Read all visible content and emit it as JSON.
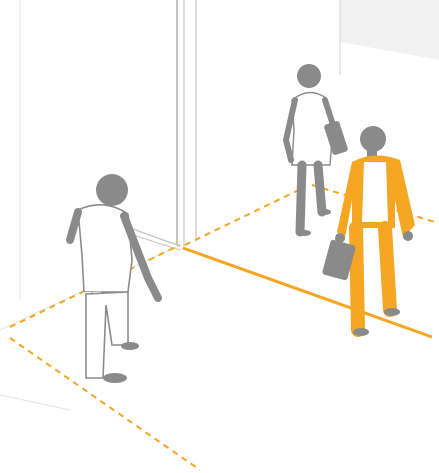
{
  "scene": {
    "colors": {
      "background": "#ffffff",
      "wall_panel": "#f2f2f2",
      "floor_edge": "#d9d9d9",
      "glass_line": "#c8c8c8",
      "person_white": "#ffffff",
      "person_outline": "#8c8c8c",
      "person_gray": "#8a8a8a",
      "highlight": "#f5a623"
    },
    "figures": [
      {
        "id": "person-foreground",
        "style": "white clothing, walking toward glass door"
      },
      {
        "id": "person-background",
        "style": "white clothing, carrying shoulder bag"
      },
      {
        "id": "person-highlighted",
        "style": "orange suit, carrying briefcase"
      }
    ],
    "zones": [
      {
        "id": "zone-front",
        "line": "dashed"
      },
      {
        "id": "zone-back",
        "line": "dashed"
      },
      {
        "id": "threshold",
        "line": "solid"
      }
    ]
  }
}
